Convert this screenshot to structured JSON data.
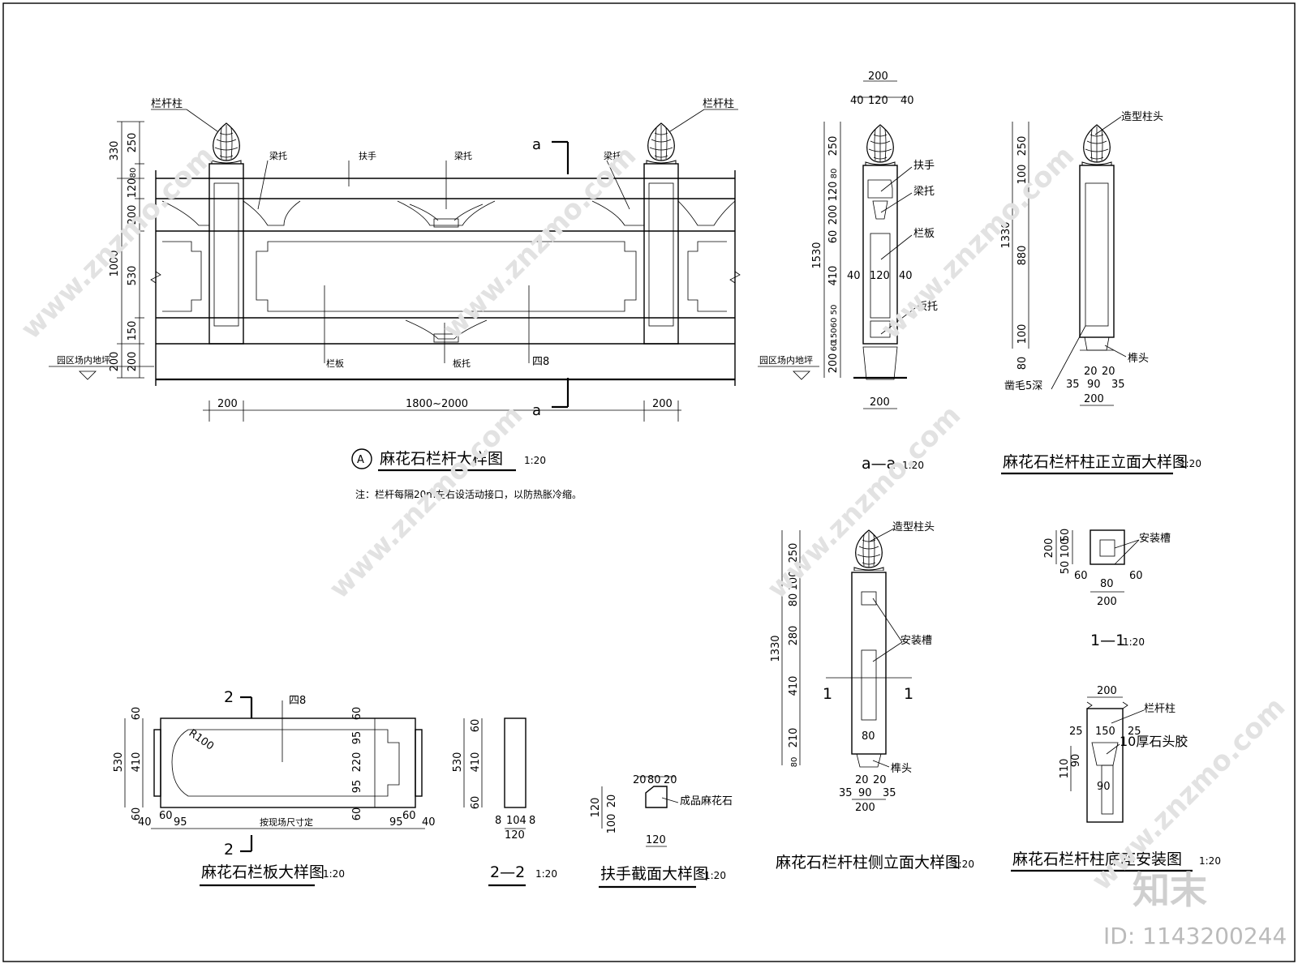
{
  "watermark": {
    "site": "www.znzmo.com",
    "brand": "知末",
    "id": "ID: 1143200244"
  },
  "elevation": {
    "labels": {
      "post_l": "栏杆柱",
      "post_r": "栏杆柱",
      "bracket1": "梁托",
      "handrail": "扶手",
      "bracket2": "梁托",
      "bracket3": "梁托",
      "panel": "栏板",
      "panel_base": "板托",
      "ref": "四8",
      "ground": "园区场内地坪",
      "sec_top": "a",
      "sec_bot": "a"
    },
    "vdims": {
      "d1": "330",
      "d2": "250",
      "d3": "120",
      "d4": "80",
      "d5": "200",
      "d6": "1000",
      "d7": "530",
      "d8": "150",
      "d9": "200",
      "d10": "200"
    },
    "hdims": {
      "h1": "200",
      "h2": "1800~2000",
      "h3": "200"
    },
    "title": {
      "circle": "A",
      "text": "麻花石栏杆大样图",
      "scale": "1:20"
    },
    "note": "注：栏杆每隔20m左右设活动接口，以防热胀冷缩。"
  },
  "section_aa": {
    "labels": {
      "handrail": "扶手",
      "bracket": "梁托",
      "panel": "栏板",
      "base": "板托",
      "ground": "园区场内地坪"
    },
    "dims": {
      "top": "200",
      "t1": "40",
      "t2": "120",
      "t3": "40",
      "m1": "40",
      "m2": "120",
      "m3": "40",
      "bottom": "200",
      "total": "1530",
      "v1": "250",
      "v2": "120",
      "v3": "80",
      "v4": "200",
      "v5": "60",
      "v6": "410",
      "v7": "50",
      "v8": "60",
      "v9": "150",
      "v10": "60",
      "v11": "200"
    },
    "title": {
      "text": "a—a",
      "scale": "1:20"
    }
  },
  "post_front": {
    "labels": {
      "head": "造型柱头",
      "tenon": "榫头",
      "chisel": "凿毛5深"
    },
    "dims": {
      "total": "1330",
      "v1": "250",
      "v2": "100",
      "v3": "880",
      "v4": "100",
      "v5": "80",
      "b1": "20",
      "b2": "20",
      "b3": "35",
      "b4": "90",
      "b5": "35",
      "b6": "200"
    },
    "title": {
      "text": "麻花石栏杆柱正立面大样图",
      "scale": "1:20"
    }
  },
  "post_side": {
    "labels": {
      "head": "造型柱头",
      "slot": "安装槽",
      "tenon": "榫头",
      "cut_l": "1",
      "cut_r": "1"
    },
    "dims": {
      "total": "1330",
      "v1": "250",
      "v2": "100",
      "v3": "80",
      "v4": "280",
      "v5": "410",
      "v6": "210",
      "v7": "80",
      "w": "80",
      "b1": "20",
      "b2": "20",
      "b3": "35",
      "b4": "90",
      "b5": "35",
      "b6": "200"
    },
    "title": {
      "text": "麻花石栏杆柱侧立面大样图",
      "scale": "1:20"
    }
  },
  "section_11": {
    "labels": {
      "slot": "安装槽"
    },
    "dims": {
      "v1": "50",
      "v2": "100",
      "v3": "50",
      "total": "200",
      "h1": "60",
      "h2": "80",
      "h3": "60",
      "w": "200"
    },
    "title": {
      "text": "1—1",
      "scale": "1:20"
    }
  },
  "post_base": {
    "labels": {
      "post": "栏杆柱",
      "glue": "10厚石头胶"
    },
    "dims": {
      "top": "200",
      "h1": "25",
      "h2": "150",
      "h3": "25",
      "v1": "110",
      "v2": "90",
      "inner": "90"
    },
    "title": {
      "text": "麻花石栏杆柱底座安装图",
      "scale": "1:20"
    }
  },
  "panel": {
    "labels": {
      "cut_t": "2",
      "cut_b": "2",
      "ref": "四8",
      "radius": "R100",
      "note": "按现场尺寸定"
    },
    "vdims": {
      "l1": "60",
      "l2": "410",
      "l3": "60",
      "ltot": "530",
      "r1": "60",
      "r2": "95",
      "r3": "220",
      "r4": "95",
      "r5": "60"
    },
    "hdims": {
      "a1": "40",
      "a2": "60",
      "a3": "95",
      "b1": "95",
      "b2": "60",
      "b3": "40"
    },
    "title": {
      "text": "麻花石栏板大样图",
      "scale": "1:20"
    }
  },
  "section_22": {
    "dims": {
      "v1": "60",
      "v2": "410",
      "v3": "60",
      "tot": "530",
      "b1": "8",
      "b2": "104",
      "b3": "8",
      "b4": "120"
    },
    "title": {
      "text": "2—2",
      "scale": "1:20"
    }
  },
  "handrail_sec": {
    "labels": {
      "mat": "成品麻花石"
    },
    "dims": {
      "t1": "20",
      "t2": "80",
      "t3": "20",
      "l1": "20",
      "l2": "100",
      "ltot": "120",
      "b": "120"
    },
    "title": {
      "text": "扶手截面大样图",
      "scale": "1:20"
    }
  }
}
